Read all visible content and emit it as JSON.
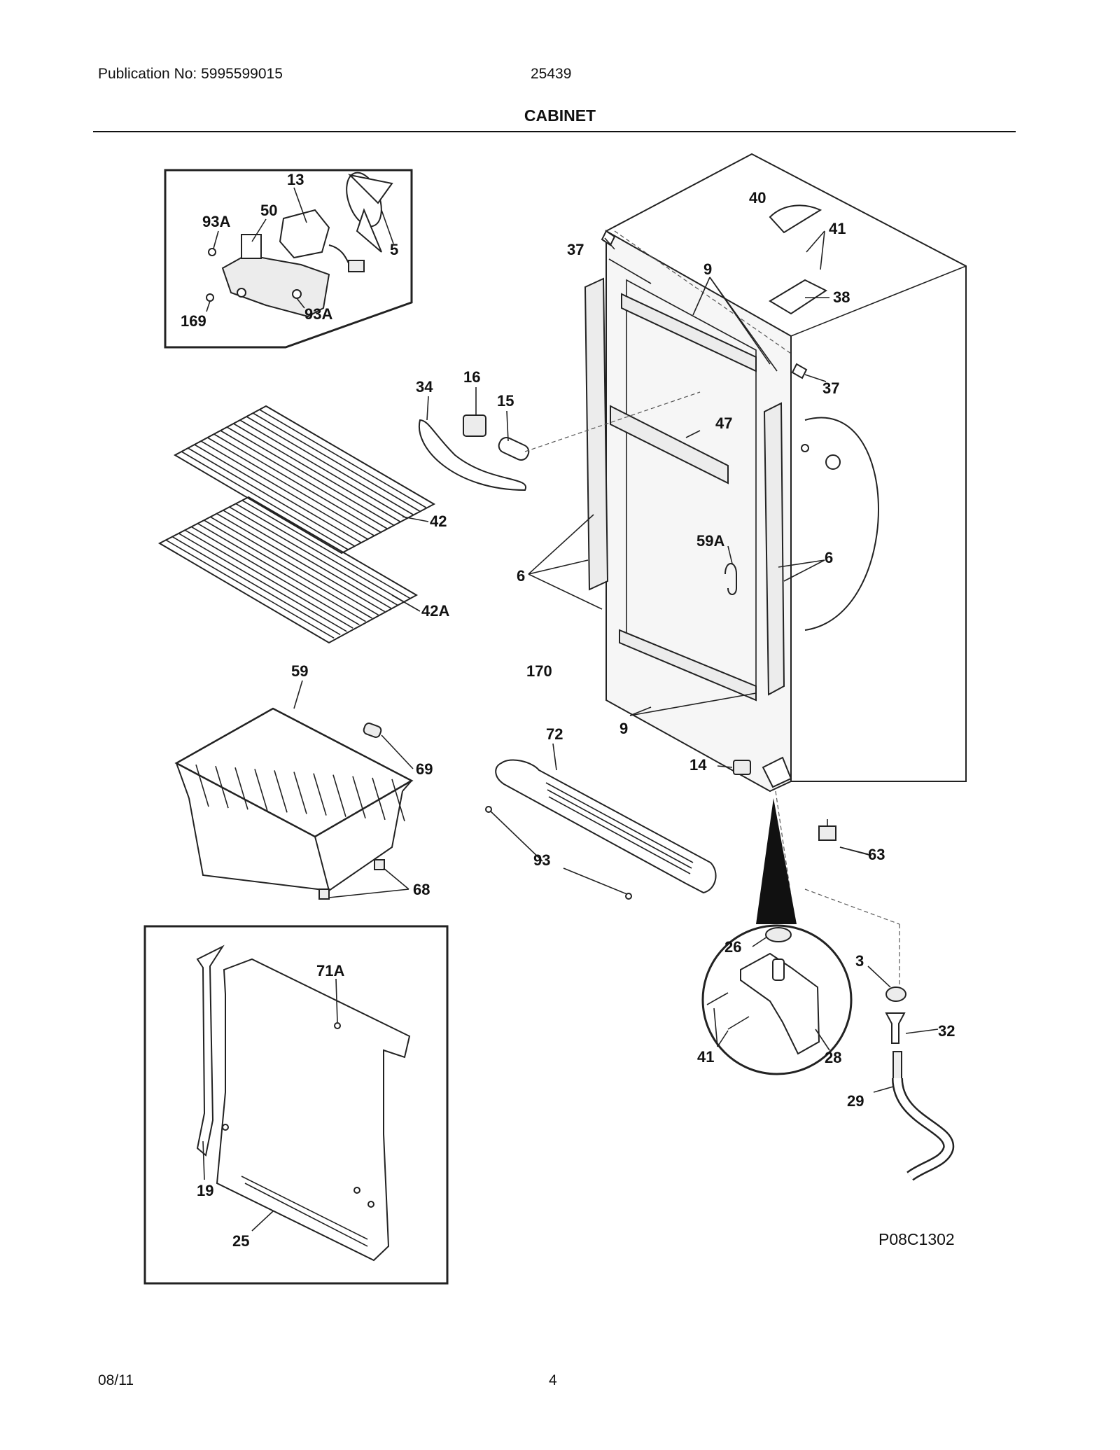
{
  "header": {
    "publication": "Publication No: 5995599015",
    "model": "25439",
    "title": "CABINET"
  },
  "footer": {
    "date": "08/11",
    "page": "4"
  },
  "diagram": {
    "code": "P08C1302",
    "callouts": {
      "c13": "13",
      "c93a_top": "93A",
      "c50": "50",
      "c5": "5",
      "c169": "169",
      "c93a_bot": "93A",
      "c40": "40",
      "c41_top": "41",
      "c37_left": "37",
      "c9_top": "9",
      "c38": "38",
      "c37_right": "37",
      "c34": "34",
      "c16": "16",
      "c15": "15",
      "c47": "47",
      "c42": "42",
      "c42a": "42A",
      "c59a": "59A",
      "c6_left": "6",
      "c6_right": "6",
      "c170": "170",
      "c59": "59",
      "c72": "72",
      "c9_bot": "9",
      "c14": "14",
      "c69": "69",
      "c63": "63",
      "c93": "93",
      "c68": "68",
      "c71a": "71A",
      "c26": "26",
      "c3": "3",
      "c32": "32",
      "c41_bot": "41",
      "c28": "28",
      "c29": "29",
      "c19": "19",
      "c25": "25"
    }
  }
}
